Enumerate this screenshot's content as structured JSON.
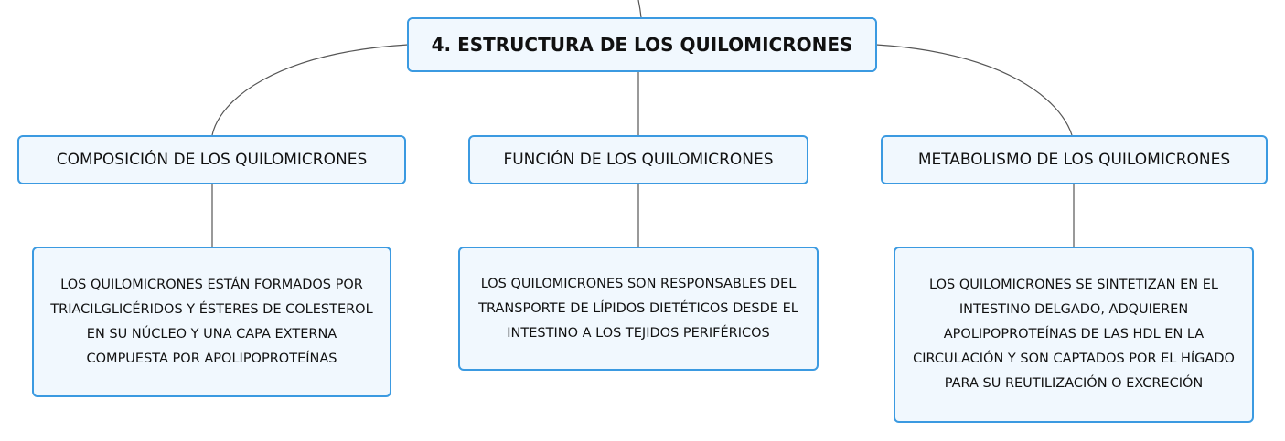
{
  "root": {
    "label": "4. ESTRUCTURA DE LOS QUILOMICRONES"
  },
  "branches": [
    {
      "label": "COMPOSICIÓN DE LOS QUILOMICRONES",
      "detail": "LOS QUILOMICRONES ESTÁN FORMADOS POR TRIACILGLICÉRIDOS Y ÉSTERES DE COLESTEROL EN SU NÚCLEO Y UNA CAPA EXTERNA COMPUESTA POR APOLIPOPROTEÍNAS"
    },
    {
      "label": "FUNCIÓN DE LOS QUILOMICRONES",
      "detail": "LOS QUILOMICRONES SON RESPONSABLES DEL TRANSPORTE DE LÍPIDOS DIETÉTICOS DESDE EL INTESTINO A LOS TEJIDOS PERIFÉRICOS"
    },
    {
      "label": "METABOLISMO DE LOS QUILOMICRONES",
      "detail": "LOS QUILOMICRONES SE SINTETIZAN EN EL INTESTINO DELGADO, ADQUIEREN APOLIPOPROTEÍNAS DE LAS HDL EN LA CIRCULACIÓN Y SON CAPTADOS POR EL HÍGADO PARA SU REUTILIZACIÓN O EXCRECIÓN"
    }
  ],
  "colors": {
    "border": "#3b9ae1",
    "fill": "#f1f8fe",
    "line": "#555555"
  }
}
